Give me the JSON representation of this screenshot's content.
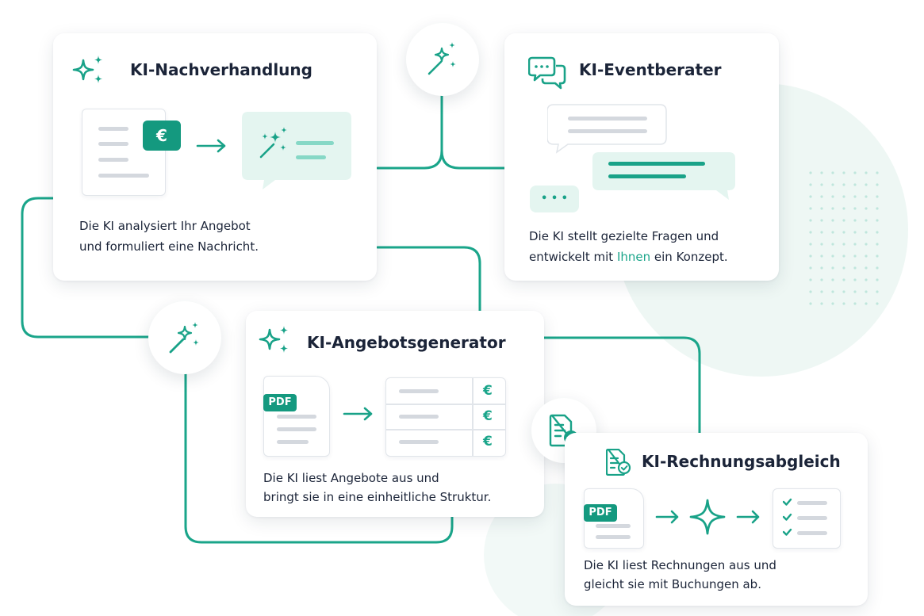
{
  "cards": {
    "nachverhandlung": {
      "title": "KI-Nachverhandlung",
      "desc_line1": "Die KI analysiert Ihr Angebot",
      "desc_line2": "und formuliert eine Nachricht.",
      "euro_symbol": "€"
    },
    "eventberater": {
      "title": "KI-Eventberater",
      "desc_line1": "Die KI stellt gezielte Fragen und",
      "desc_line2_pre": "entwickelt mit ",
      "desc_line2_highlight": "Ihnen",
      "desc_line2_post": " ein Konzept.",
      "dots": "• • •"
    },
    "angebotsgenerator": {
      "title": "KI-Angebotsgenerator",
      "desc_line1": "Die KI liest Angebote aus und",
      "desc_line2": "bringt sie in eine einheitliche Struktur.",
      "pdf_label": "PDF",
      "euro_cells": [
        "€",
        "€",
        "€"
      ]
    },
    "rechnungsabgleich": {
      "title": "KI-Rechnungsabgleich",
      "desc_line1": "Die KI liest Rechnungen aus und",
      "desc_line2": "gleicht sie mit Buchungen ab.",
      "pdf_label": "PDF"
    }
  },
  "icons": {
    "sparkle": "sparkles-icon",
    "magic_wand": "magic-wand-icon",
    "chat": "chat-bubbles-icon",
    "document_check": "document-check-icon",
    "arrow": "arrow-right-icon",
    "checklist": "checklist-icon"
  },
  "colors": {
    "accent": "#19a288",
    "accent_light": "#e4f5f0",
    "connector": "#1aa58a",
    "text": "#1b2438",
    "placeholder": "#d4d8de"
  }
}
